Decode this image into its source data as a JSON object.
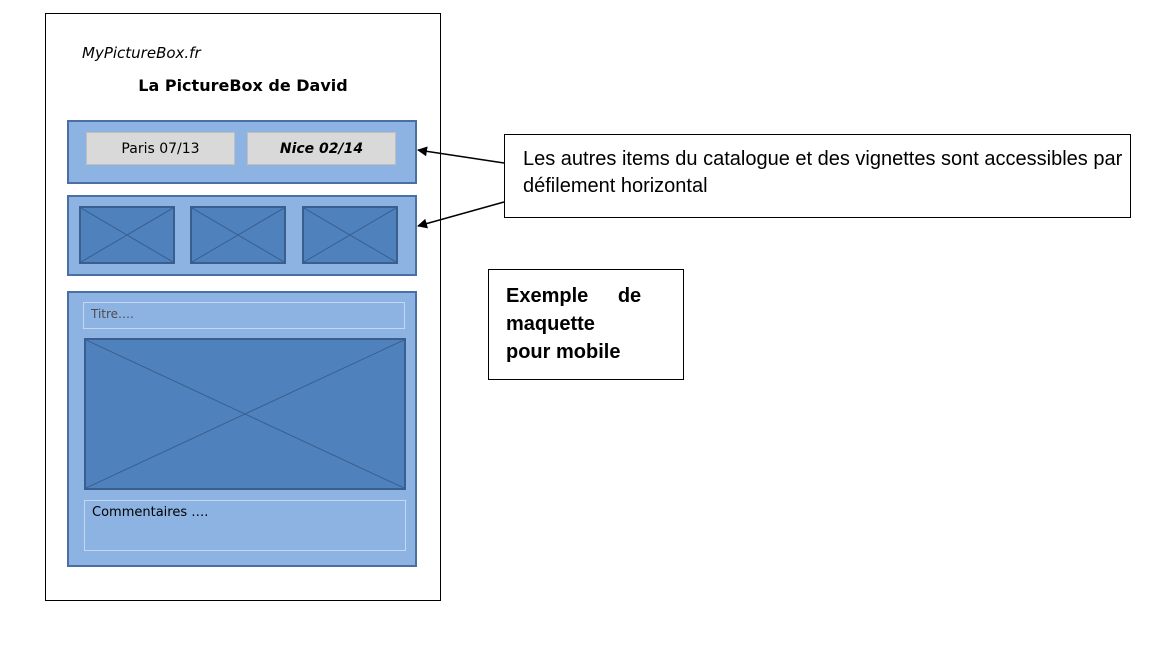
{
  "mockup": {
    "site_name": "MyPictureBox.fr",
    "gallery_title": "La PictureBox de David",
    "catalog_items": [
      "Paris 07/13",
      "Nice 02/14"
    ],
    "title_placeholder": "Titre….",
    "comments_placeholder": "Commentaires …."
  },
  "annotations": {
    "scroll_note": "Les autres items du catalogue et des vignettes sont accessibles par défilement horizontal",
    "mobile_note_lines": [
      "Exemple de",
      "maquette",
      "pour mobile"
    ]
  },
  "colors": {
    "panel_fill": "#8db3e2",
    "image_placeholder": "#4f81bd",
    "catalog_item_fill": "#d9d9d9"
  }
}
